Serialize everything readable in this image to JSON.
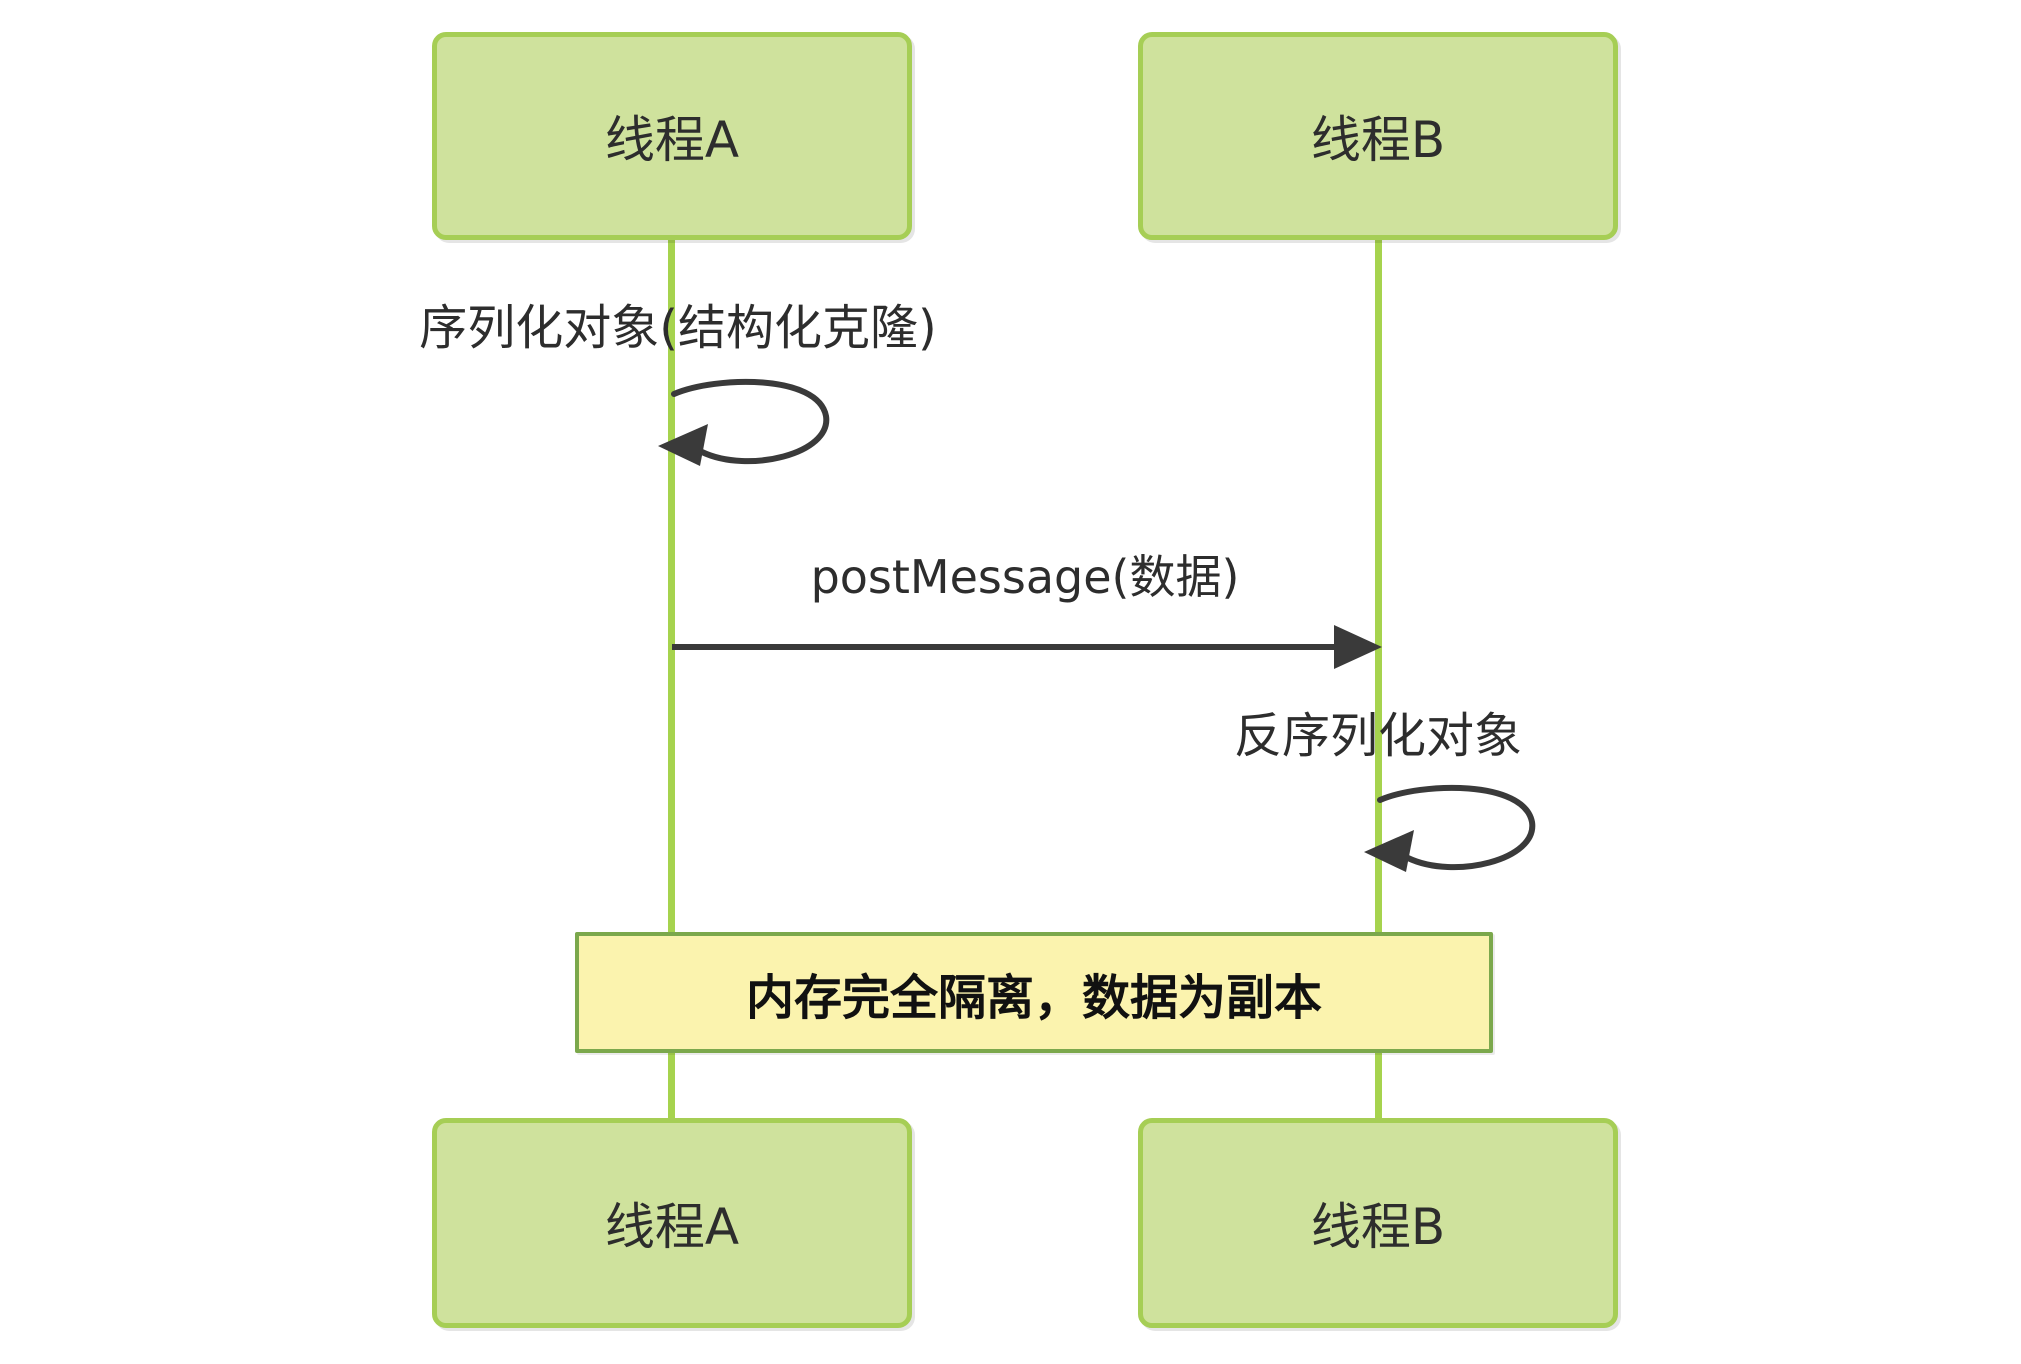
{
  "diagram": {
    "type": "sequence-diagram",
    "actors": {
      "top_a": "线程A",
      "top_b": "线程B",
      "bottom_a": "线程A",
      "bottom_b": "线程B"
    },
    "messages": {
      "self_loop_a": "序列化对象(结构化克隆)",
      "post_message": "postMessage(数据)",
      "self_loop_b": "反序列化对象"
    },
    "note": "内存完全隔离，数据为副本"
  },
  "colors": {
    "background": "#ffffff",
    "actor_fill": "#cfe29d",
    "actor_border": "#a6ce55",
    "lifeline": "#a6d34e",
    "note_fill": "#fbf3ae",
    "note_border": "#7ba84c",
    "arrow": "#3a3a3a",
    "text": "#2d2d2d"
  }
}
